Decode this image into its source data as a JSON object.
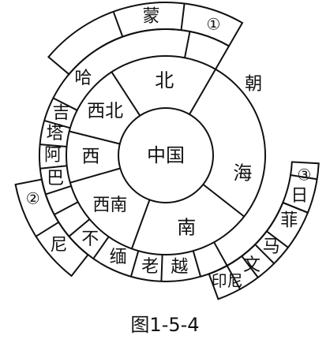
{
  "center_label": "中国",
  "regions": {
    "north": "北",
    "northwest": "西北",
    "west": "西",
    "southwest": "西南",
    "south": "南",
    "sea": "海"
  },
  "neighbors": {
    "mongolia": "蒙",
    "marker1": "①",
    "korea": "朝",
    "marker3": "③",
    "japan": "日",
    "philippines": "菲",
    "malaysia": "马",
    "brunei": "文",
    "indonesia": "印尼",
    "vietnam": "越",
    "laos": "老",
    "myanmar": "缅",
    "bhutan": "不",
    "nepal": "尼",
    "marker2": "②",
    "pakistan": "巴",
    "afghanistan": "阿",
    "tajikistan": "塔",
    "kyrgyzstan": "吉",
    "kazakhstan": "哈"
  },
  "caption": "图1-5-4"
}
